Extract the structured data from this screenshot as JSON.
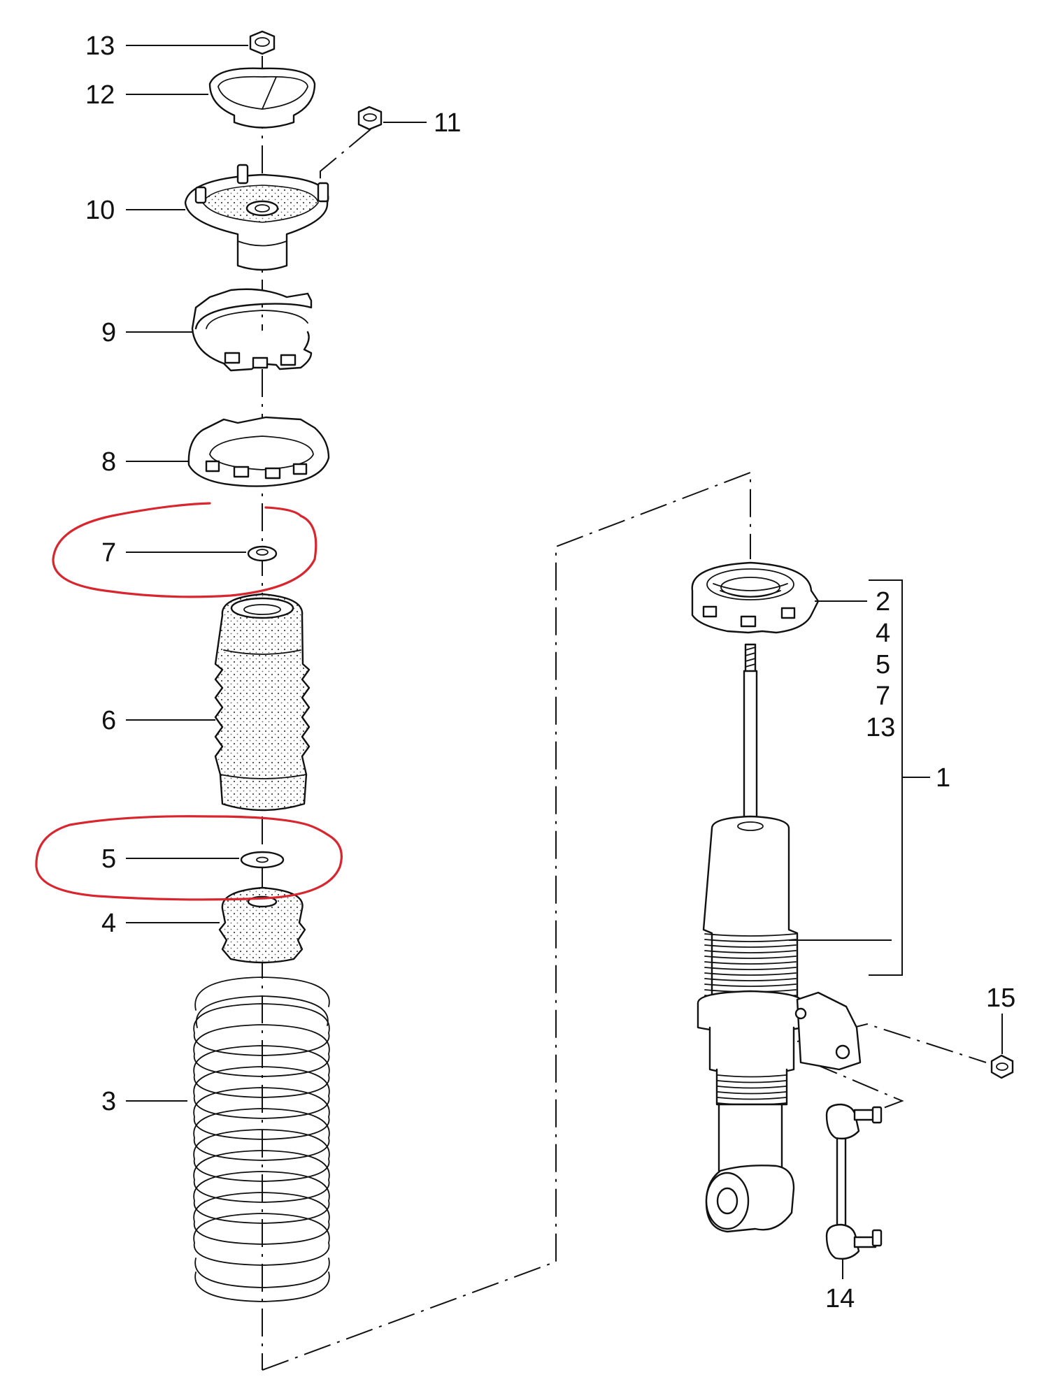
{
  "labels": {
    "p1": "1",
    "p2": "2",
    "p3": "3",
    "p4": "4",
    "p5": "5",
    "p6": "6",
    "p7": "7",
    "p8": "8",
    "p9": "9",
    "p10": "10",
    "p11": "11",
    "p12": "12",
    "p13": "13",
    "p14": "14",
    "p15": "15"
  },
  "kit_list": [
    "2",
    "4",
    "5",
    "7",
    "13"
  ],
  "colors": {
    "ink": "#111111",
    "highlight": "#d9262e",
    "stipple": "#9a9a9a"
  },
  "highlighted_parts": [
    "7",
    "5"
  ]
}
